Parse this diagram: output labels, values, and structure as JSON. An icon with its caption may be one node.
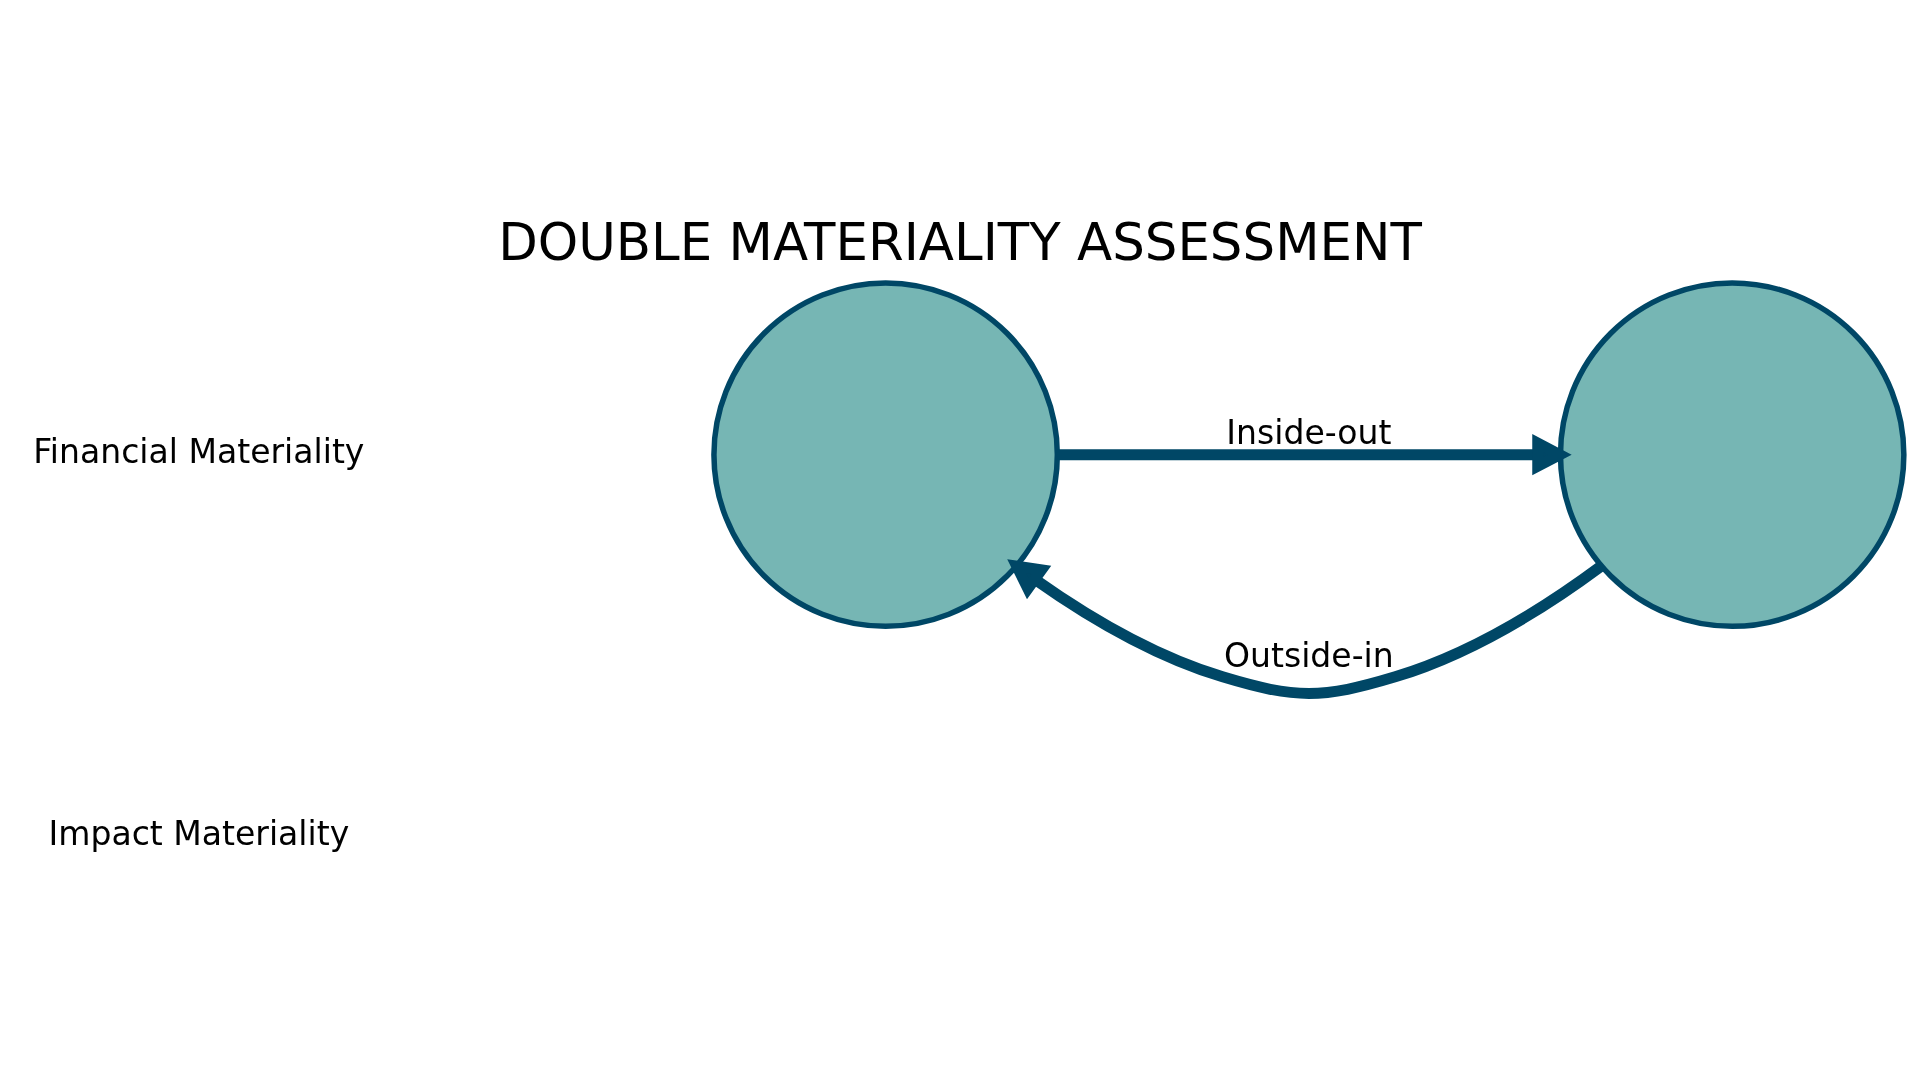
{
  "diagram": {
    "title": "DOUBLE MATERIALITY ASSESSMENT",
    "nodes": [
      {
        "text": [],
        "shape": "circle"
      },
      {
        "text": [],
        "shape": "circle"
      }
    ],
    "edges": [
      {
        "from": 1,
        "to": 0,
        "arrow": "to",
        "label": "Outside-in"
      },
      {
        "from": 0,
        "to": 1,
        "arrow": "to",
        "label": "Inside-out"
      }
    ],
    "labels": [
      "Financial Materiality",
      "Impact Materiality"
    ]
  }
}
